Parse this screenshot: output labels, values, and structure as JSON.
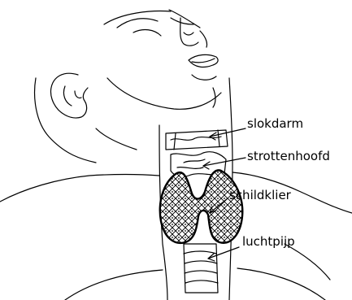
{
  "labels": {
    "esophagus": "slokdarm",
    "larynx": "strottenhoofd",
    "thyroid": "schildklier",
    "trachea": "luchtpijp"
  },
  "colors": {
    "ink": "#000000",
    "background": "#ffffff"
  }
}
